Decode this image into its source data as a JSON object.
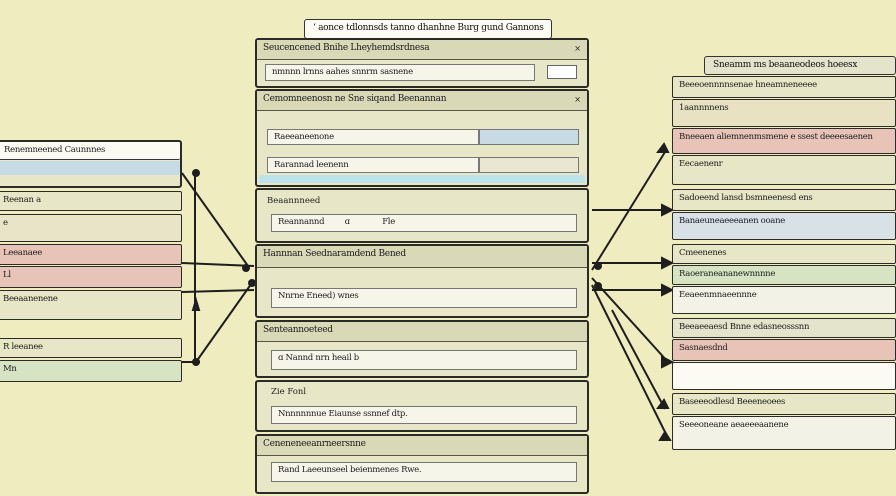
{
  "palette": {
    "background": "#efecc0",
    "border": "#2a2a26",
    "pink_row": "#e8c4b8",
    "blue_row": "#c8dbe4",
    "green_row": "#d6e4c4",
    "cyan_row": "#bfe3ea"
  },
  "center": {
    "top_tab": "ʻ aonce tdlonnsds tanno dhanhne Burg gund Gannons",
    "card1": {
      "header": "Seucencened Bnihe Lheyhemdsrdnesa",
      "field": "nmnnn lrnns aahes snnrm sasnene"
    },
    "card2": {
      "header": "Cemomneenosn ne Sne siqand Beenannan",
      "field1": "Raeeaneenone",
      "field2": "Rarannad leenenn"
    },
    "card3": {
      "label": "Beaannneed",
      "field_a": "Reannannd",
      "field_b": "ɑ",
      "field_c": "Fle"
    },
    "card4": {
      "header": "Hannnan Seednaramdend Bened",
      "field": "Nnrne Eneed) wnes"
    },
    "card5": {
      "header": "Senteannoeteed",
      "field": "ɑ Nannd nrn heail b"
    },
    "card6": {
      "label": "Zie Fonl",
      "field": "Nnnnnnnue Eiaunse ssnnef dtp."
    },
    "card7": {
      "header": "Ceneneneeanrneersnne",
      "field": "Rand Laeeunseel beienmenes Rwe."
    }
  },
  "left": {
    "bars": [
      "Renemneened Caunnnes",
      "",
      "Reenan a",
      "e",
      "Leeanaee",
      "Ll",
      "Beeaanenene",
      "R leeanee",
      "Mn"
    ]
  },
  "right": {
    "top_tab": "Sneamm ms beaaneodeos hoeesx",
    "bars": [
      "Beeeoennnnsenae hneamneneeee",
      "1aannnnens",
      "Eecaenenr",
      "Bneeaen aliemnenmsmene e ssest deeeesaenen",
      "Sadoeend lansd bsmneenesd ens",
      "Banaeuneaeeeanen ooane",
      "Cmeenenes",
      "Raoeraneananewnnnne",
      "Eeaeenmnaeennne",
      "Beeaeeaesd Bnne edasneosssnn",
      "Sasnaesdnd",
      "Baseeeodlesd Beeeneoees",
      "Seeeoneane aeaeeeaanene"
    ]
  }
}
